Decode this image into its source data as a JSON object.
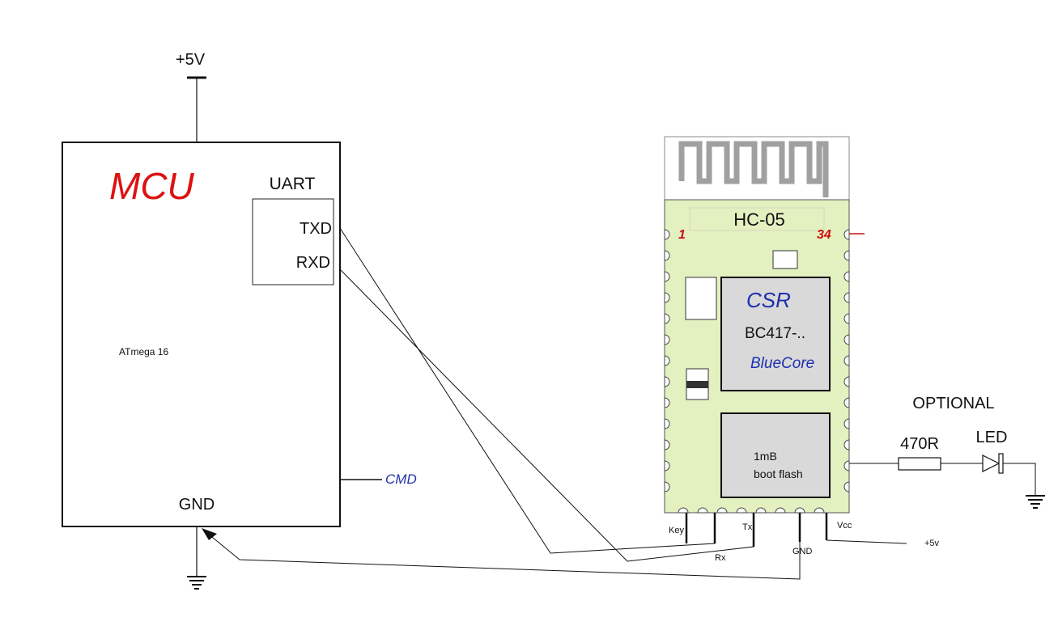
{
  "mcu": {
    "supply_label": "+5V",
    "title": "MCU",
    "uart_label": "UART",
    "txd_label": "TXD",
    "rxd_label": "RXD",
    "chip_label": "ATmega 16",
    "gnd_label": "GND",
    "cmd_label": "CMD"
  },
  "hc05": {
    "module_name": "HC-05",
    "pin_first": "1",
    "pin_last": "34",
    "chip_brand": "CSR",
    "chip_part": "BC417-..",
    "chip_family": "BlueCore",
    "flash_line1": "1mB",
    "flash_line2": "boot flash",
    "pin_key": "Key",
    "pin_rx": "Rx",
    "pin_tx": "Tx",
    "pin_gnd": "GND",
    "pin_vcc": "Vcc",
    "vcc_supply": "+5v"
  },
  "optional": {
    "title": "OPTIONAL",
    "resistor": "470R",
    "led": "LED"
  },
  "colors": {
    "mcu_title": "#dd1111",
    "cmd": "#2233aa",
    "pin_numbers": "#cc1111",
    "board": "#e3f0c0",
    "chip_fill": "#d9d9d9",
    "antenna": "#a0a0a0",
    "chip_text_blue": "#1c2fb0"
  }
}
